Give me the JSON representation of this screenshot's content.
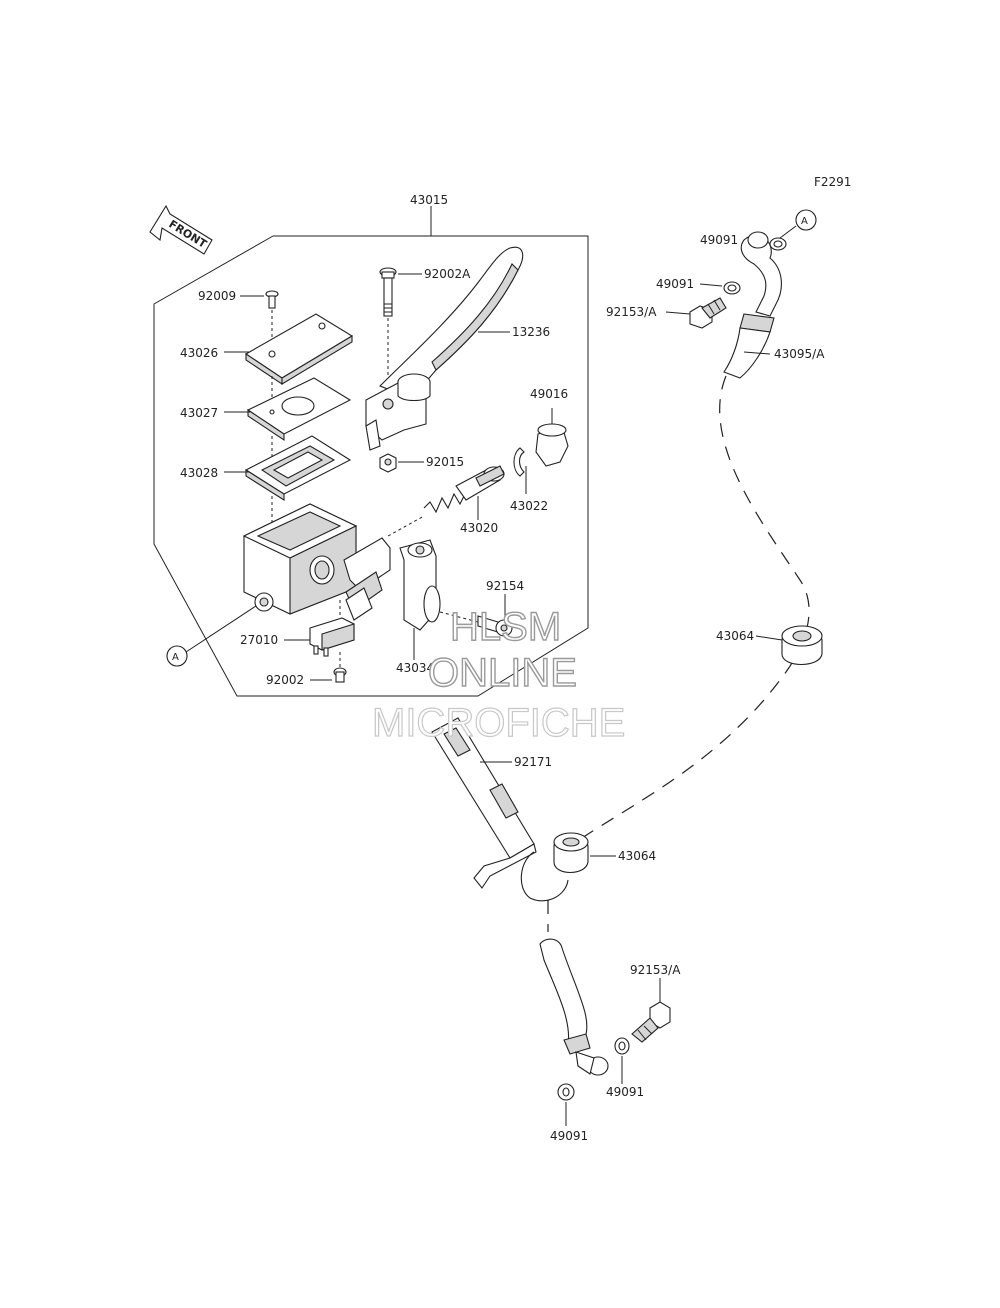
{
  "diagram_code": "F2291",
  "front_label": "FRONT",
  "ref_marker": "A",
  "watermark": {
    "line1": "HLSM",
    "line2": "ONLINE",
    "line3": "MICROFICHE"
  },
  "parts": {
    "p43015": "43015",
    "p92009": "92009",
    "p43026": "43026",
    "p43027": "43027",
    "p43028": "43028",
    "p92002A": "92002A",
    "p13236": "13236",
    "p92015": "92015",
    "p49016": "49016",
    "p43022": "43022",
    "p43020": "43020",
    "p92154": "92154",
    "p43034": "43034",
    "p27010": "27010",
    "p92002": "92002",
    "p92171": "92171",
    "p43064a": "43064",
    "p43064b": "43064",
    "p49091a": "49091",
    "p49091b": "49091",
    "p92153Aa": "92153/A",
    "p43095A": "43095/A",
    "p92153Ab": "92153/A",
    "p49091c": "49091",
    "p49091d": "49091"
  }
}
